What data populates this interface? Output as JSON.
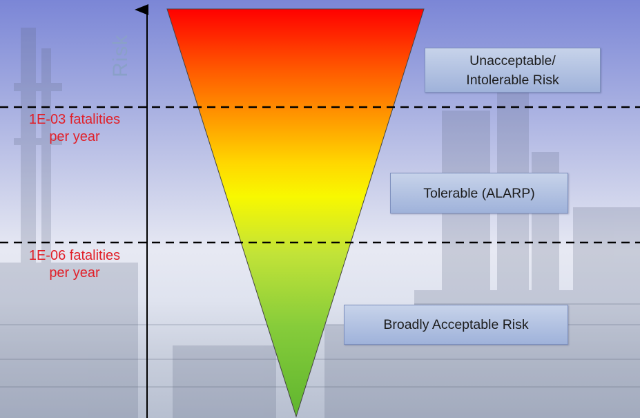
{
  "axis": {
    "label": "Risk"
  },
  "thresholds": [
    {
      "line1": "1E-03 fatalities",
      "line2": "per year"
    },
    {
      "line1": "1E-06 fatalities",
      "line2": "per year"
    }
  ],
  "zones": [
    {
      "line1": "Unacceptable/",
      "line2": "Intolerable Risk"
    },
    {
      "label": "Tolerable (ALARP)"
    },
    {
      "label": "Broadly Acceptable Risk"
    }
  ],
  "colors": {
    "triangle_top": "#ff0000",
    "triangle_mid_orange": "#ff9a00",
    "triangle_mid_yellow": "#f8f800",
    "triangle_bottom": "#5fb52f",
    "threshold_text": "#e11f28",
    "zone_box": "#a9badf"
  }
}
